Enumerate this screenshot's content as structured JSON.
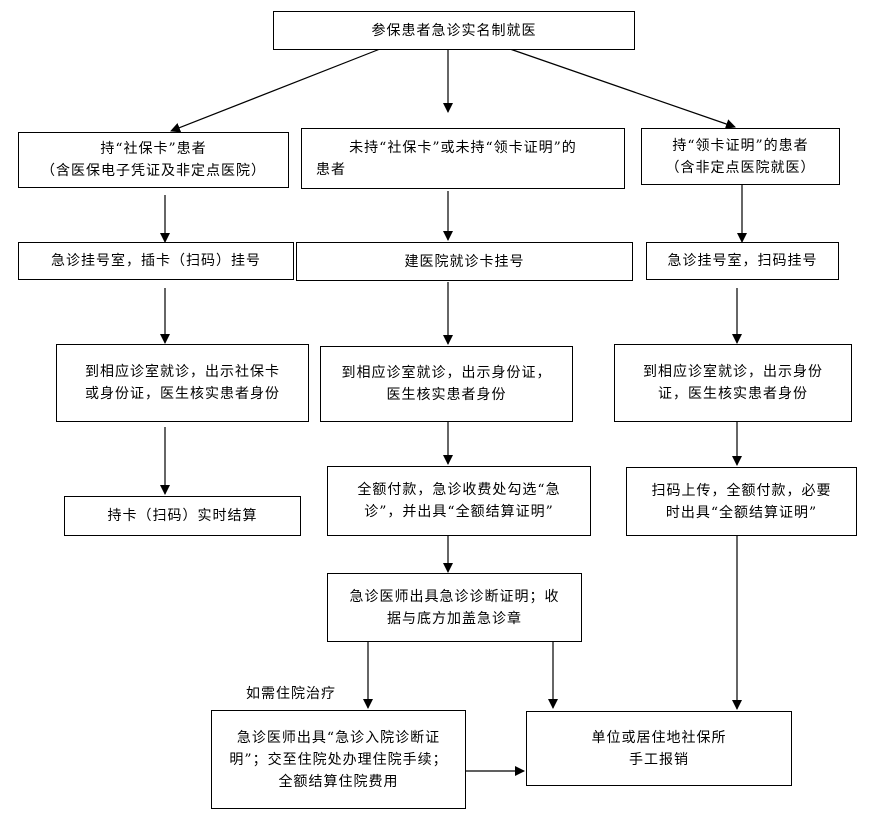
{
  "top": {
    "line1": "参保患者急诊实名制就医"
  },
  "branches": {
    "left": {
      "header": {
        "line1": "持“社保卡”患者",
        "line2": "（含医保电子凭证及非定点医院）"
      },
      "register": {
        "line1": "急诊挂号室，插卡（扫码）挂号"
      },
      "visit": {
        "line1": "到相应诊室就诊，出示社保卡",
        "line2": "或身份证，医生核实患者身份"
      },
      "settle": {
        "line1": "持卡（扫码）实时结算"
      }
    },
    "middle": {
      "header": {
        "line1": "未持“社保卡”或未持“领卡证明”的",
        "line2": "患者"
      },
      "register": {
        "line1": "建医院就诊卡挂号"
      },
      "visit": {
        "line1": "到相应诊室就诊，出示身份证，",
        "line2": "医生核实患者身份"
      },
      "pay": {
        "line1": "全额付款，急诊收费处勾选“急",
        "line2": "诊”，并出具“全额结算证明”"
      },
      "stamp": {
        "line1": "急诊医师出具急诊诊断证明；收",
        "line2": "据与底方加盖急诊章"
      }
    },
    "right": {
      "header": {
        "line1": "持“领卡证明”的患者",
        "line2": "（含非定点医院就医）"
      },
      "register": {
        "line1": "急诊挂号室，扫码挂号"
      },
      "visit": {
        "line1": "到相应诊室就诊，出示身份",
        "line2": "证，医生核实患者身份"
      },
      "pay": {
        "line1": "扫码上传，全额付款，必要",
        "line2": "时出具“全额结算证明”"
      }
    }
  },
  "hospitalization": {
    "condition_label": "如需住院治疗",
    "box": {
      "line1": "急诊医师出具“急诊入院诊断证",
      "line2": "明”；交至住院处办理住院手续；",
      "line3": "全额结算住院费用"
    }
  },
  "reimburse": {
    "line1": "单位或居住地社保所",
    "line2": "手工报销"
  }
}
